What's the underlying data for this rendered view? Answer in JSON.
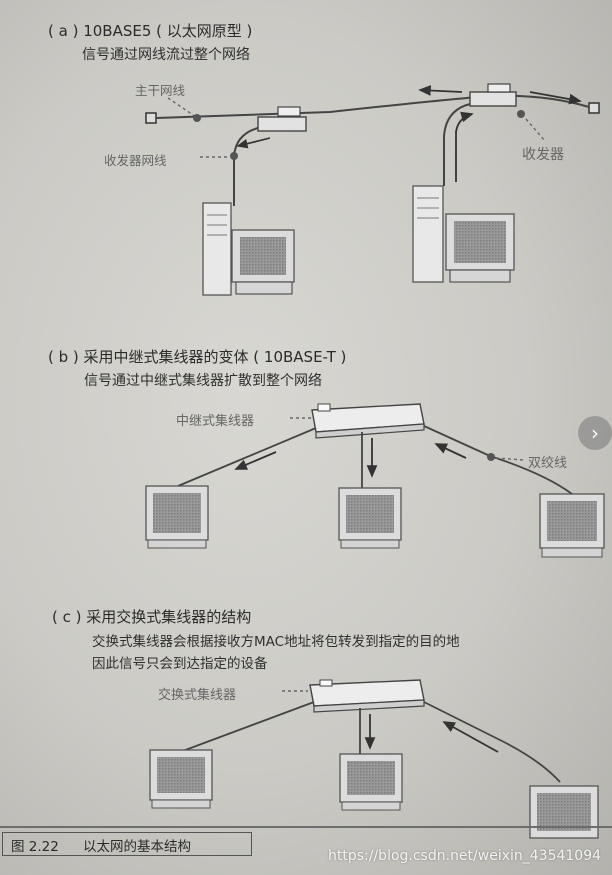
{
  "section_a": {
    "title": "( a ) 10BASE5 ( 以太网原型 )",
    "subtitle": "信号通过网线流过整个网络",
    "label_trunk": "主干网线",
    "label_transceiver_cable": "收发器网线",
    "label_transceiver": "收发器"
  },
  "section_b": {
    "title": "( b ) 采用中继式集线器的变体 ( 10BASE-T )",
    "subtitle": "信号通过中继式集线器扩散到整个网络",
    "label_repeater_hub": "中继式集线器",
    "label_twisted_pair": "双绞线"
  },
  "section_c": {
    "title": "( c ) 采用交换式集线器的结构",
    "line1": "交换式集线器会根据接收方MAC地址将包转发到指定的目的地",
    "line2": "因此信号只会到达指定的设备",
    "label_switching_hub": "交换式集线器"
  },
  "caption": {
    "number": "图 2.22",
    "text": "以太网的基本结构"
  },
  "watermark": "https://blog.csdn.net/weixin_43541094",
  "colors": {
    "paper": "#cfcec9",
    "ink": "#2b2b2b",
    "line": "#555555",
    "screen": "#8f8f8f"
  },
  "icons": {
    "next": "chevron-right-icon"
  }
}
